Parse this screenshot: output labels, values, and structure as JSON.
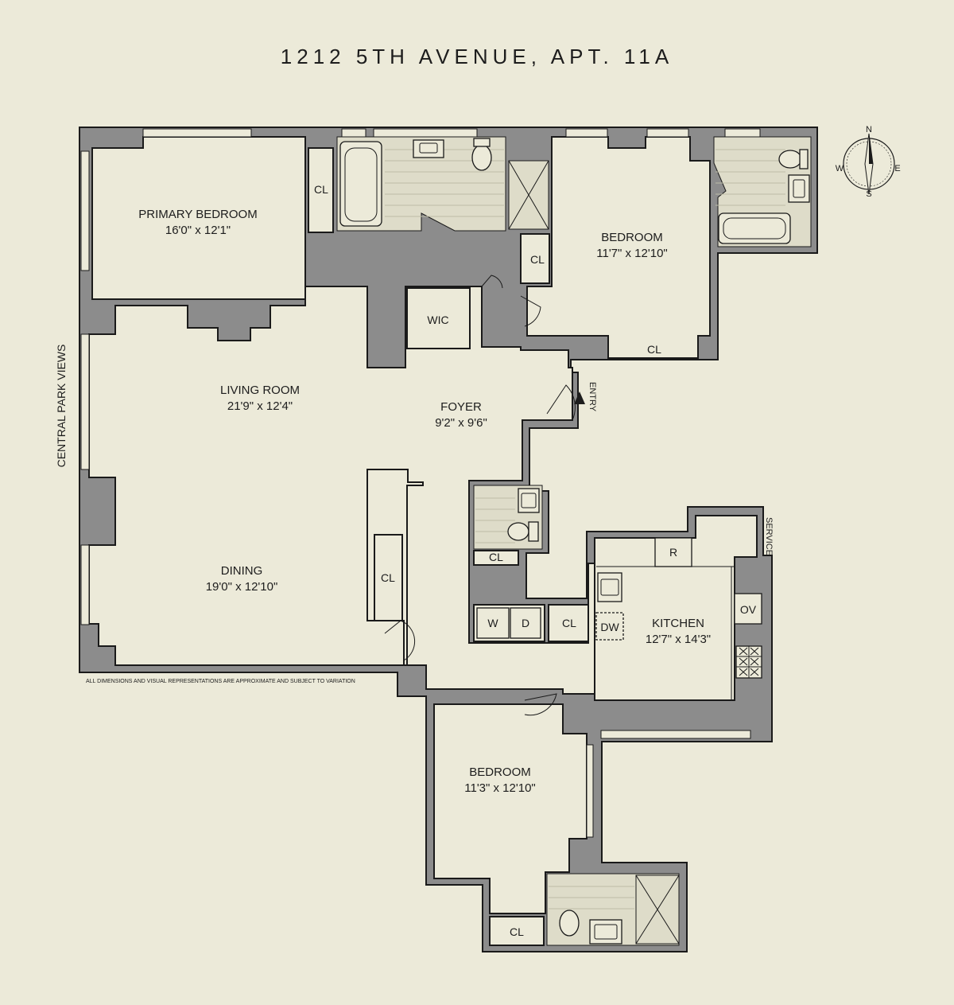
{
  "title": "1212 5TH AVENUE, APT. 11A",
  "rooms": {
    "primary_bedroom": {
      "name": "PRIMARY BEDROOM",
      "dims": "16'0\" x 12'1\""
    },
    "bedroom_ne": {
      "name": "BEDROOM",
      "dims": "11'7\" x 12'10\""
    },
    "living_room": {
      "name": "LIVING ROOM",
      "dims": "21'9\" x 12'4\""
    },
    "foyer": {
      "name": "FOYER",
      "dims": "9'2\" x 9'6\""
    },
    "dining": {
      "name": "DINING",
      "dims": "19'0\" x 12'10\""
    },
    "kitchen": {
      "name": "KITCHEN",
      "dims": "12'7\" x 14'3\""
    },
    "bedroom_s": {
      "name": "BEDROOM",
      "dims": "11'3\" x 12'10\""
    }
  },
  "fixtures": {
    "closet": "CL",
    "walk_in_closet": "WIC",
    "washer": "W",
    "dryer": "D",
    "dishwasher": "DW",
    "refrigerator": "R",
    "oven": "OV"
  },
  "side_labels": {
    "views": "CENTRAL PARK VIEWS",
    "entry": "ENTRY",
    "service": "SERVICE"
  },
  "disclaimer": "ALL DIMENSIONS AND VISUAL REPRESENTATIONS ARE APPROXIMATE AND SUBJECT TO VARIATION",
  "compass": {
    "n": "N",
    "e": "E",
    "s": "S",
    "w": "W"
  },
  "colors": {
    "background": "#ecead9",
    "wall": "#8c8c8c",
    "tile": "#dedcc9",
    "ink": "#1a1a1a"
  }
}
